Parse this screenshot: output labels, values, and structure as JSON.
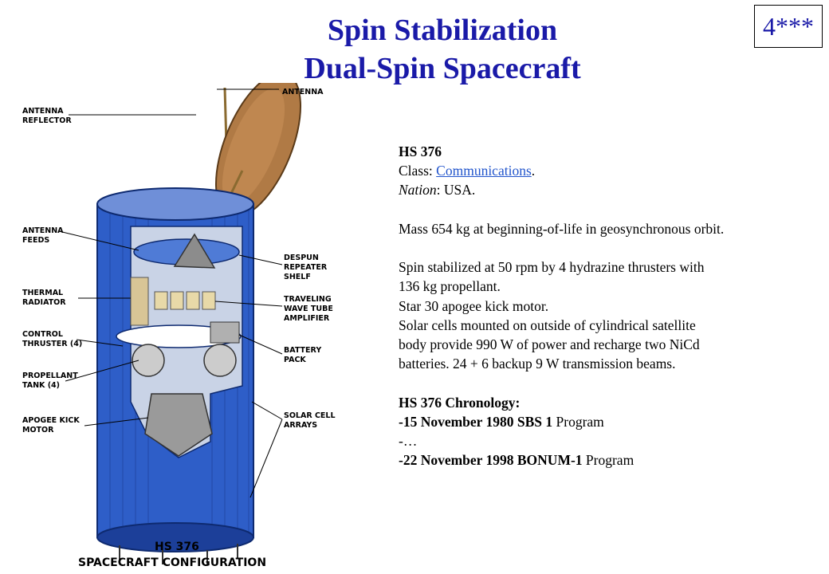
{
  "slide": {
    "title_line1": "Spin Stabilization",
    "title_line2": "Dual-Spin Spacecraft",
    "badge": "4***"
  },
  "figure": {
    "callouts": {
      "antenna": "ANTENNA",
      "antenna_reflector_1": "ANTENNA",
      "antenna_reflector_2": "REFLECTOR",
      "antenna_feeds_1": "ANTENNA",
      "antenna_feeds_2": "FEEDS",
      "thermal_radiator_1": "THERMAL",
      "thermal_radiator_2": "RADIATOR",
      "control_thruster_1": "CONTROL",
      "control_thruster_2": "THRUSTER (4)",
      "propellant_tank_1": "PROPELLANT",
      "propellant_tank_2": "TANK (4)",
      "apogee_kick_motor_1": "APOGEE KICK",
      "apogee_kick_motor_2": "MOTOR",
      "despun_repeater_1": "DESPUN",
      "despun_repeater_2": "REPEATER",
      "despun_repeater_3": "SHELF",
      "twta_1": "TRAVELING",
      "twta_2": "WAVE TUBE",
      "twta_3": "AMPLIFIER",
      "battery_pack_1": "BATTERY",
      "battery_pack_2": "PACK",
      "solar_cell_arrays_1": "SOLAR CELL",
      "solar_cell_arrays_2": "ARRAYS"
    },
    "caption_line1": "HS 376",
    "caption_line2": "SPACECRAFT CONFIGURATION"
  },
  "description": {
    "heading": "HS 376",
    "class_label": "Class: ",
    "class_link": "Communications",
    "class_suffix": ".",
    "nation_label": "Nation",
    "nation_value": ": USA.",
    "mass": "Mass 654 kg at beginning-of-life in geosynchronous orbit.",
    "spin_line1": " Spin stabilized at 50 rpm by 4 hydrazine thrusters with",
    "spin_line2": "136 kg propellant.",
    "motor": "Star 30 apogee kick motor.",
    "solar_line1": "Solar cells mounted on outside of cylindrical satellite",
    "solar_line2": "body provide 990 W of power and recharge two NiCd",
    "solar_line3": "batteries. 24 + 6 backup 9 W transmission beams.",
    "chronology_heading": "HS 376 Chronology:",
    "chrono1_bold": "-15 November 1980 SBS 1",
    "chrono1_rest": " Program",
    "chrono2": "-…",
    "chrono3_bold": "-22 November 1998 BONUM-1",
    "chrono3_rest": " Program"
  },
  "colors": {
    "title": "#1a1aa8",
    "body_blue": "#2e5ec8",
    "body_dark": "#1c3f99",
    "dish": "#b07a45",
    "link": "#2255cc"
  }
}
